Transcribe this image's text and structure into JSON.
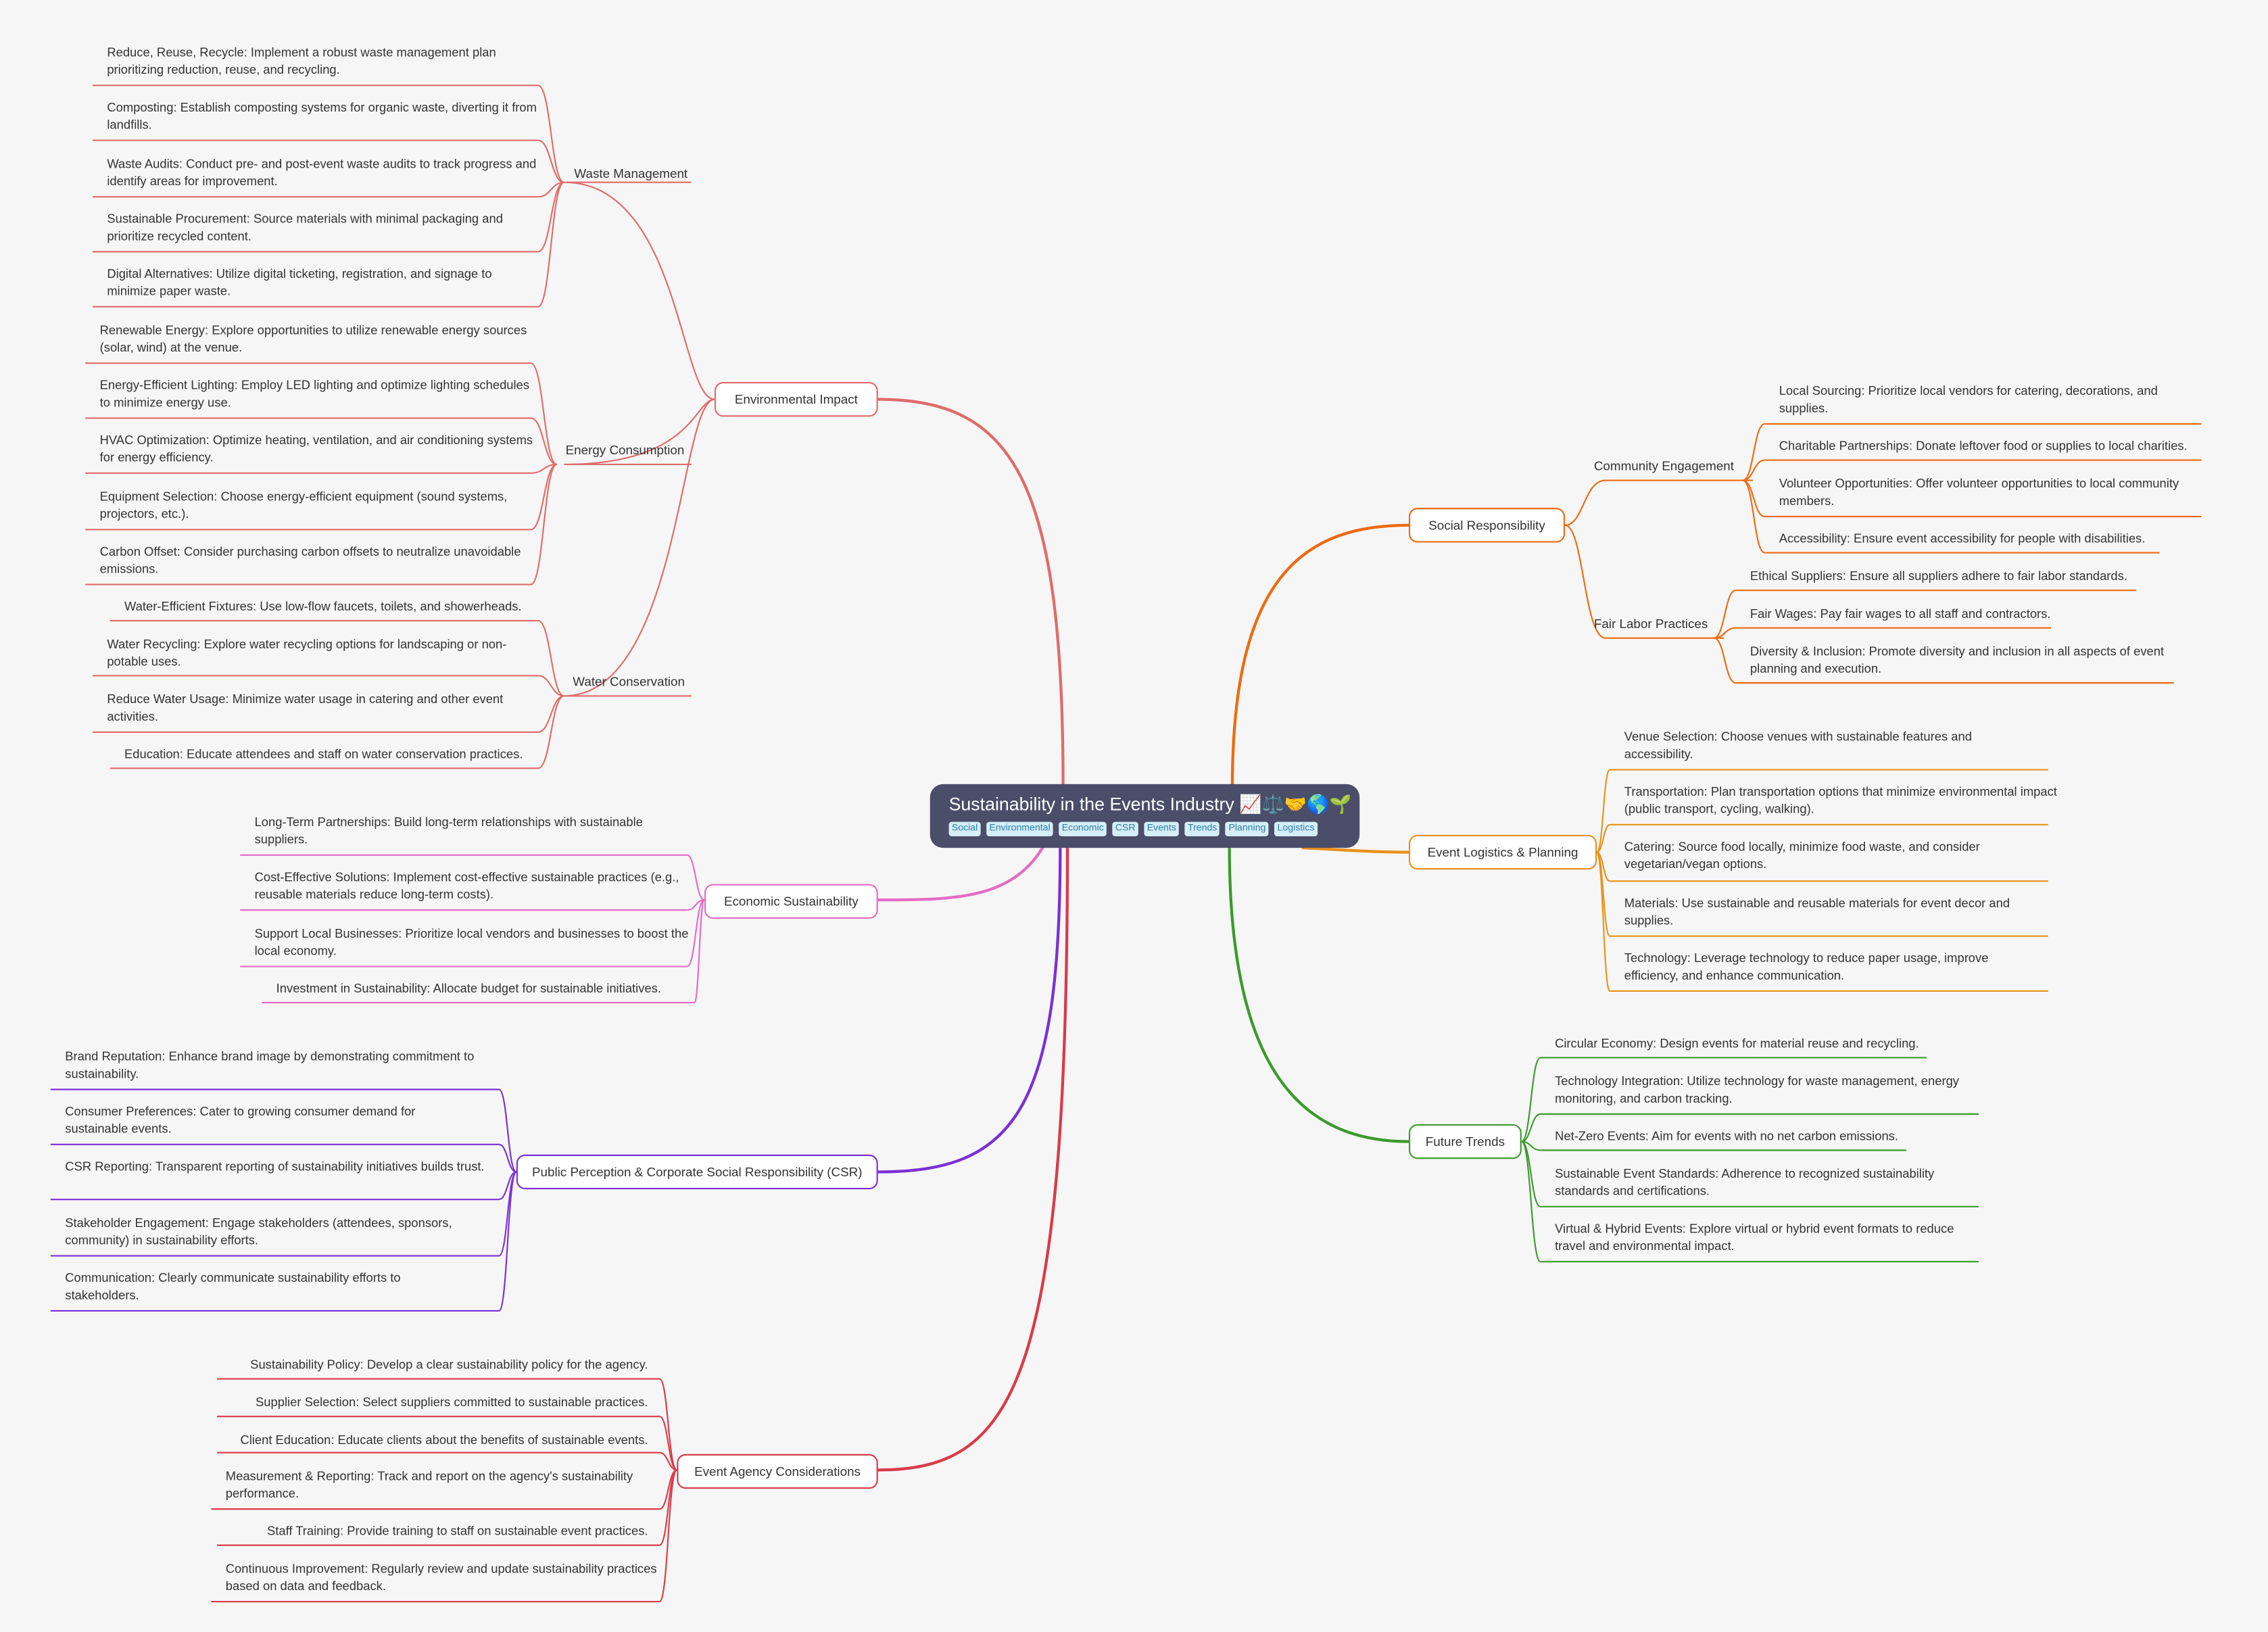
{
  "root": {
    "title": "Sustainability in the Events Industry 📈⚖️🤝🌎🌱",
    "tags": [
      "Social",
      "Environmental",
      "Economic",
      "CSR",
      "Events",
      "Trends",
      "Planning",
      "Logistics"
    ]
  },
  "colors": {
    "environmental": "#e06b6b",
    "economic": "#e36bc5",
    "csr": "#7b2fd6",
    "agency": "#d93a4a",
    "social": "#ee6a10",
    "logistics": "#e8921a",
    "trends": "#3a9b2a"
  },
  "branches": {
    "environmental": {
      "label": "Environmental Impact",
      "waste": {
        "label": "Waste Management",
        "items": [
          "Reduce, Reuse, Recycle: Implement a robust waste management plan prioritizing reduction, reuse, and recycling.",
          "Composting:  Establish composting systems for organic waste, diverting it from landfills.",
          "Waste Audits: Conduct pre- and post-event waste audits to track progress and identify areas for improvement.",
          "Sustainable Procurement: Source materials with minimal packaging and prioritize recycled content.",
          "Digital Alternatives: Utilize digital ticketing, registration, and signage to minimize paper waste."
        ]
      },
      "energy": {
        "label": "Energy Consumption",
        "items": [
          "Renewable Energy: Explore opportunities to utilize renewable energy sources (solar, wind) at the venue.",
          "Energy-Efficient Lighting: Employ LED lighting and optimize lighting schedules to minimize energy use.",
          "HVAC Optimization: Optimize heating, ventilation, and air conditioning systems for energy efficiency.",
          "Equipment Selection: Choose energy-efficient equipment (sound systems, projectors, etc.).",
          "Carbon Offset: Consider purchasing carbon offsets to neutralize unavoidable emissions."
        ]
      },
      "water": {
        "label": "Water Conservation",
        "items": [
          "Water-Efficient Fixtures: Use low-flow faucets, toilets, and showerheads.",
          "Water Recycling: Explore water recycling options for landscaping or non-potable uses.",
          "Reduce Water Usage: Minimize water usage in catering and other event activities.",
          "Education: Educate attendees and staff on water conservation practices."
        ]
      }
    },
    "economic": {
      "label": "Economic Sustainability",
      "items": [
        "Long-Term Partnerships: Build long-term relationships with sustainable suppliers.",
        "Cost-Effective Solutions: Implement cost-effective sustainable practices (e.g., reusable materials reduce long-term costs).",
        "Support Local Businesses: Prioritize local vendors and businesses to boost the local economy.",
        "Investment in Sustainability: Allocate budget for sustainable initiatives."
      ]
    },
    "csr": {
      "label": "Public Perception & Corporate Social Responsibility (CSR)",
      "items": [
        "Brand Reputation: Enhance brand image by demonstrating commitment to sustainability.",
        "Consumer Preferences: Cater to growing consumer demand for sustainable events.",
        "CSR Reporting: Transparent reporting of sustainability initiatives builds trust.",
        "Stakeholder Engagement: Engage stakeholders (attendees, sponsors, community) in sustainability efforts.",
        "Communication: Clearly communicate sustainability efforts to stakeholders."
      ]
    },
    "agency": {
      "label": "Event Agency Considerations",
      "items": [
        "Sustainability Policy: Develop a clear sustainability policy for the agency.",
        "Supplier Selection: Select suppliers committed to sustainable practices.",
        "Client Education: Educate clients about the benefits of sustainable events.",
        "Measurement & Reporting: Track and report on the agency's sustainability performance.",
        "Staff Training: Provide training to staff on sustainable event practices.",
        "Continuous Improvement: Regularly review and update sustainability practices based on data and feedback."
      ]
    },
    "social": {
      "label": "Social Responsibility",
      "community": {
        "label": "Community Engagement",
        "items": [
          "Local Sourcing: Prioritize local vendors for catering, decorations, and supplies.",
          "Charitable Partnerships: Donate leftover food or supplies to local charities.",
          "Volunteer Opportunities: Offer volunteer opportunities to local community members.",
          "Accessibility: Ensure event accessibility for people with disabilities."
        ]
      },
      "labor": {
        "label": "Fair Labor Practices",
        "items": [
          "Ethical Suppliers: Ensure all suppliers adhere to fair labor standards.",
          "Fair Wages: Pay fair wages to all staff and contractors.",
          "Diversity & Inclusion: Promote diversity and inclusion in all aspects of event planning and execution."
        ]
      }
    },
    "logistics": {
      "label": "Event Logistics & Planning",
      "items": [
        "Venue Selection: Choose venues with sustainable features and accessibility.",
        "Transportation: Plan transportation options that minimize environmental impact (public transport, cycling, walking).",
        "Catering: Source food locally, minimize food waste, and consider vegetarian/vegan options.",
        "Materials: Use sustainable and reusable materials for event decor and supplies.",
        "Technology: Leverage technology to reduce paper usage, improve efficiency, and enhance communication."
      ]
    },
    "trends": {
      "label": "Future Trends",
      "items": [
        "Circular Economy: Design events for material reuse and recycling.",
        "Technology Integration: Utilize technology for waste management, energy monitoring, and carbon tracking.",
        "Net-Zero Events: Aim for events with no net carbon emissions.",
        "Sustainable Event Standards: Adherence to recognized sustainability standards and certifications.",
        "Virtual & Hybrid Events: Explore virtual or hybrid event formats to reduce travel and environmental impact."
      ]
    }
  }
}
